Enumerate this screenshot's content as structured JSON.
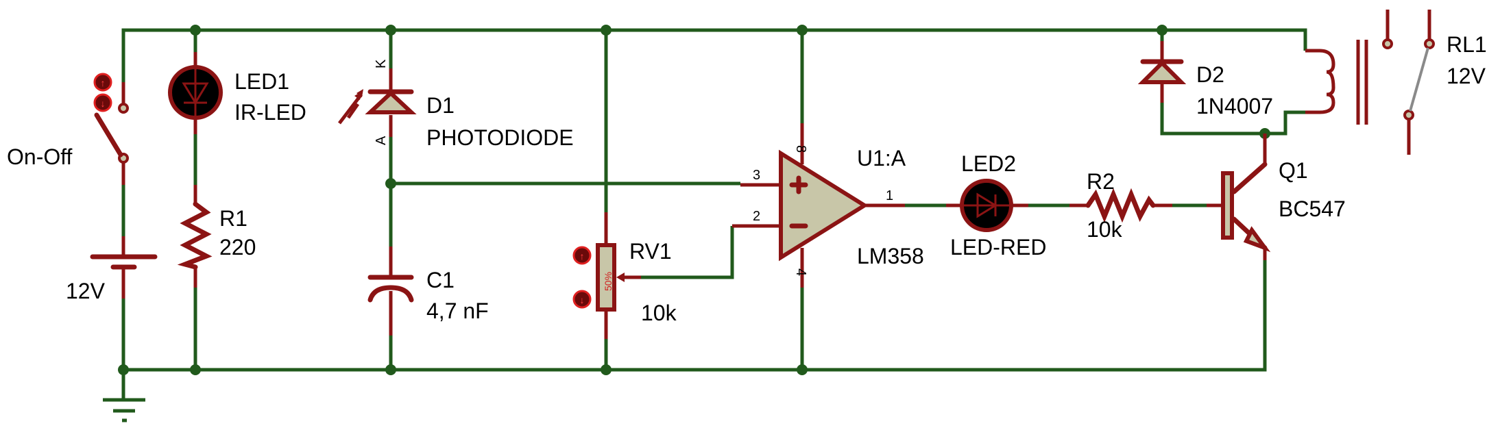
{
  "colors": {
    "wire": "#215a1c",
    "component": "#8b1414",
    "body_fill": "#c8c6a8",
    "led_fill": "#000000"
  },
  "components": {
    "switch": {
      "name": "On-Off"
    },
    "battery": {
      "value": "12V"
    },
    "led1": {
      "ref": "LED1",
      "value": "IR-LED"
    },
    "r1": {
      "ref": "R1",
      "value": "220"
    },
    "d1": {
      "ref": "D1",
      "value": "PHOTODIODE",
      "pin_k": "K",
      "pin_a": "A"
    },
    "c1": {
      "ref": "C1",
      "value": "4,7 nF"
    },
    "rv1": {
      "ref": "RV1",
      "value": "10k",
      "position": "50%"
    },
    "u1": {
      "ref": "U1:A",
      "value": "LM358",
      "pin_plus": "3",
      "pin_minus": "2",
      "pin_out": "1",
      "pin_vcc": "8",
      "pin_gnd": "4"
    },
    "led2": {
      "ref": "LED2",
      "value": "LED-RED"
    },
    "r2": {
      "ref": "R2",
      "value": "10k"
    },
    "q1": {
      "ref": "Q1",
      "value": "BC547"
    },
    "d2": {
      "ref": "D2",
      "value": "1N4007"
    },
    "rl1": {
      "ref": "RL1",
      "value": "12V"
    }
  }
}
